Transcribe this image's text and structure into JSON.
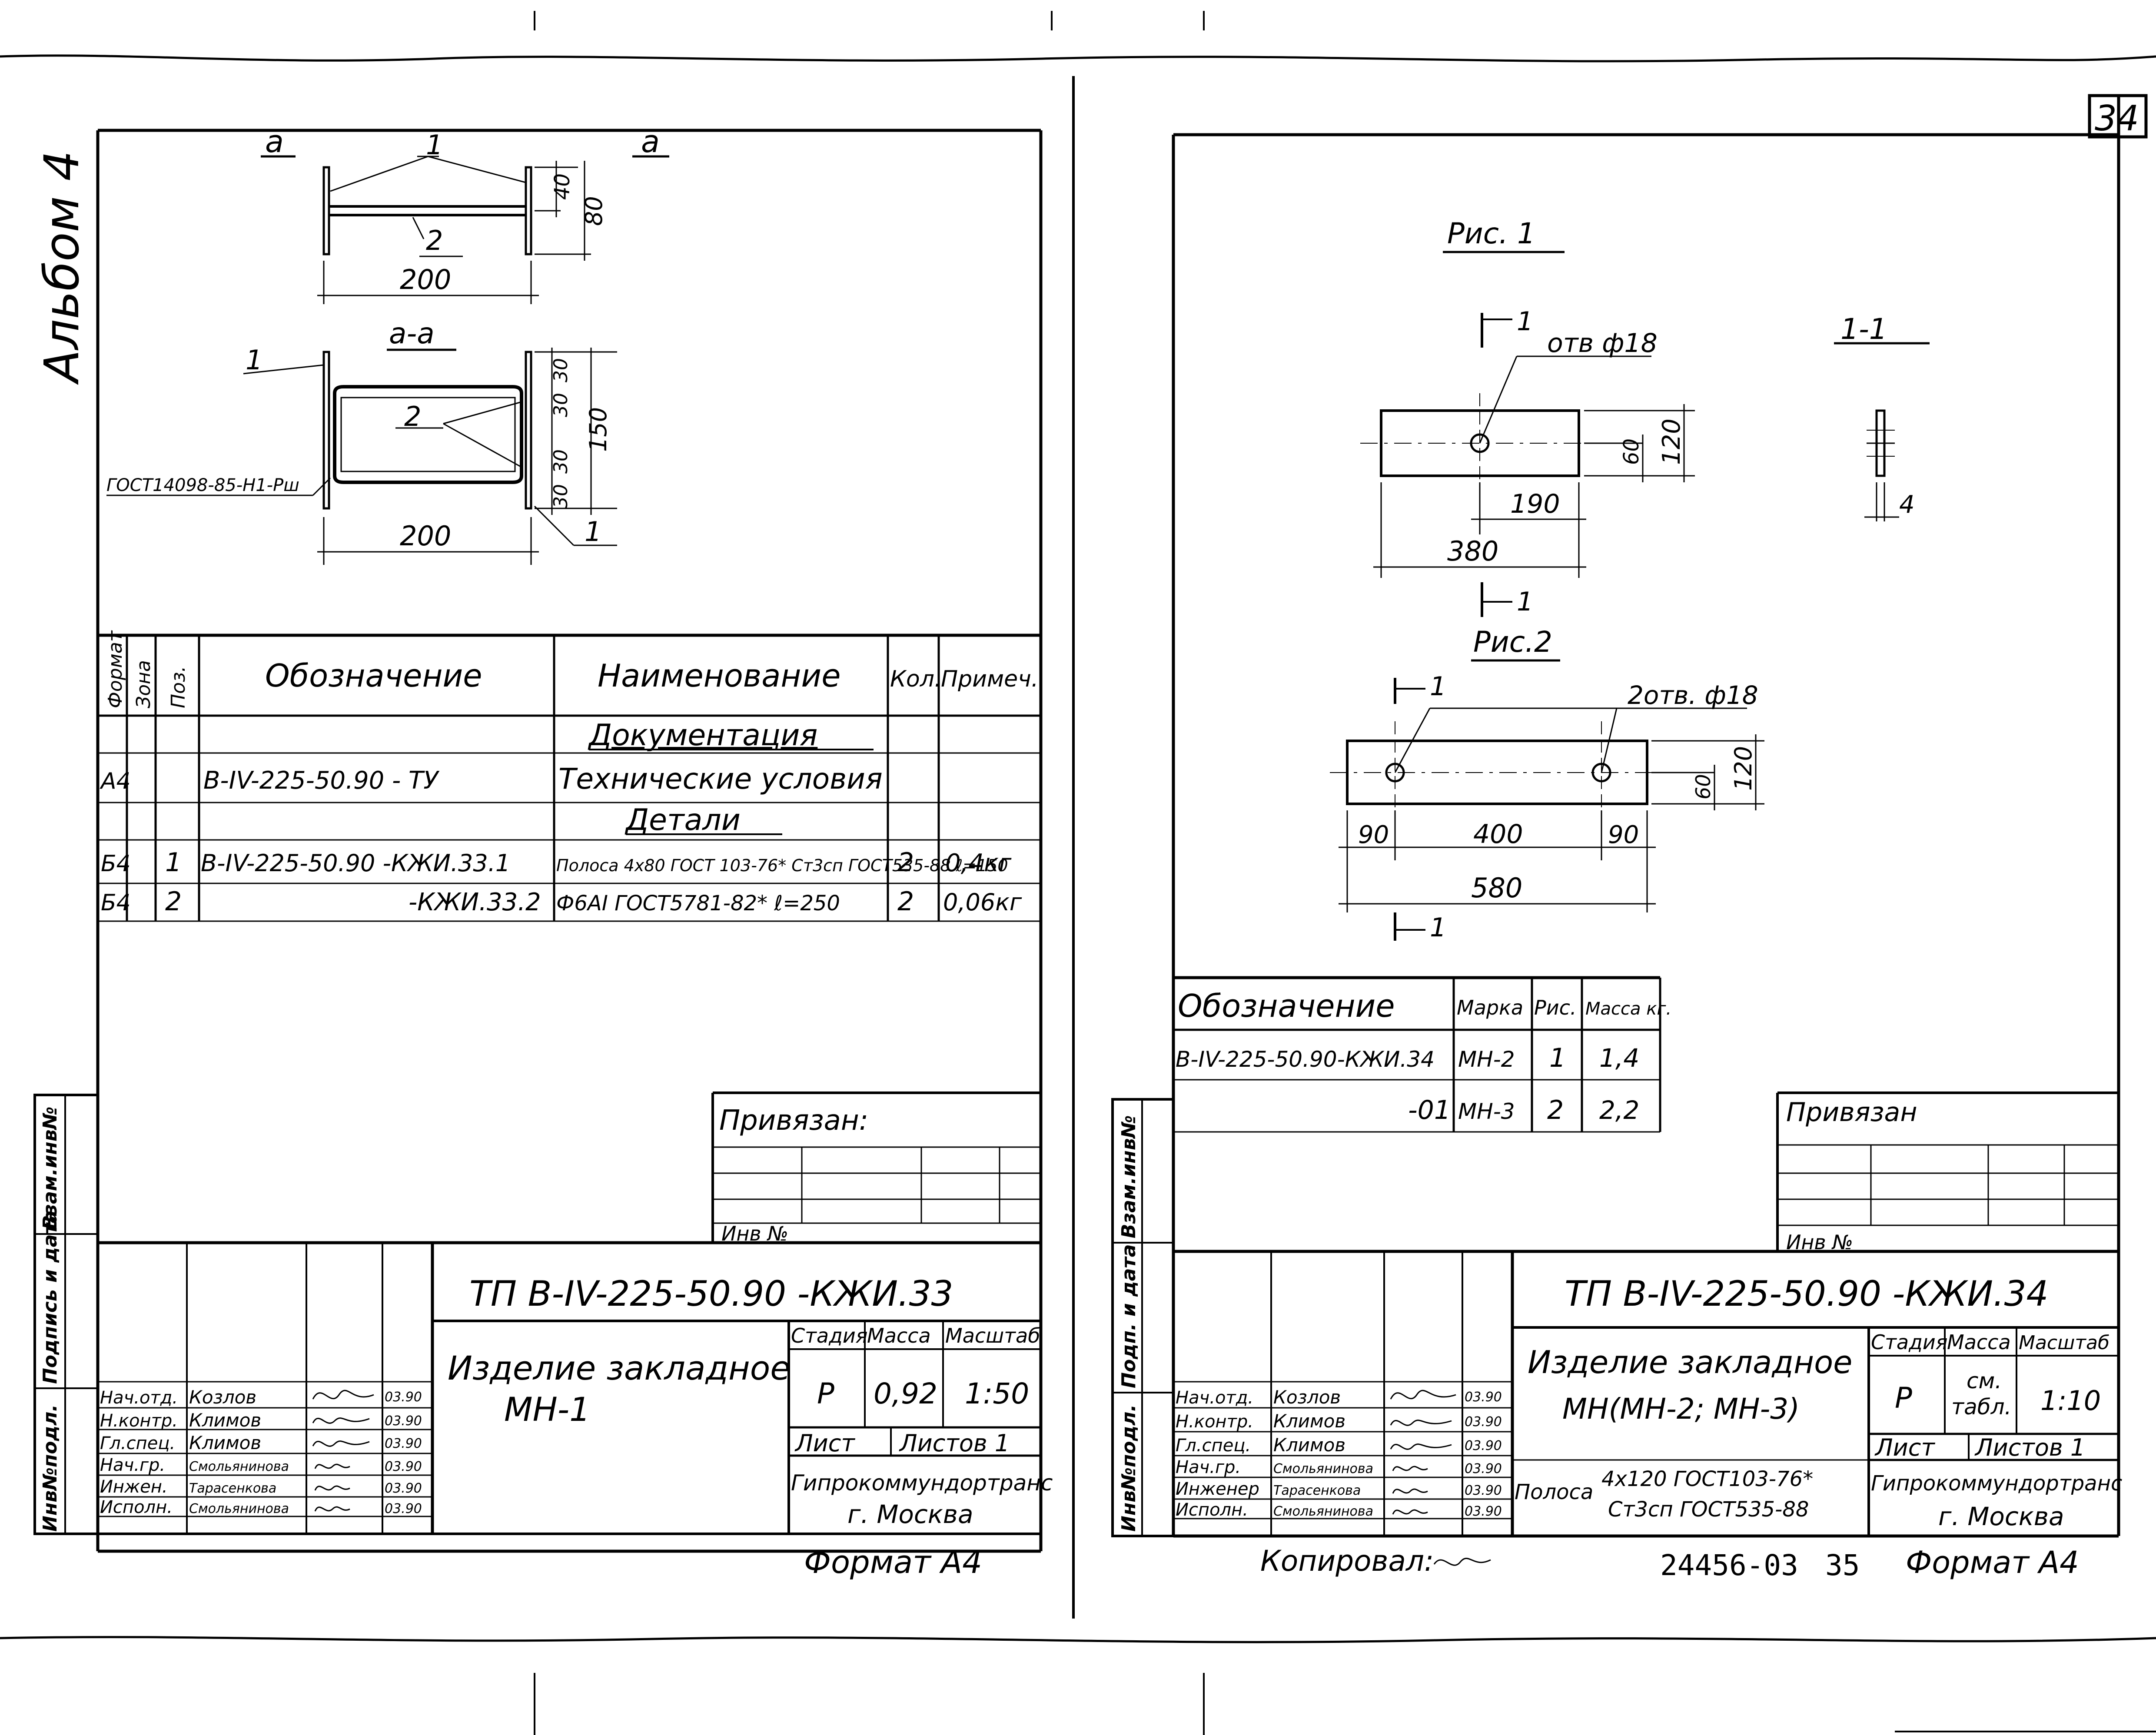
{
  "album_label": "Альбом 4",
  "page_number": "34",
  "left": {
    "drawing": {
      "section_mark_a": "a",
      "section_mark_a2": "a",
      "pos1": "1",
      "pos2": "2",
      "dim_40": "40",
      "dim_80": "80",
      "dim_200_top": "200",
      "section_title": "а-а",
      "pos1_b": "1",
      "pos2_b": "2",
      "dim_30_1": "30",
      "dim_30_2": "30",
      "dim_30_3": "30",
      "dim_30_4": "30",
      "dim_150": "150",
      "weld_note": "ГОСТ14098-85-Н1-Рш",
      "dim_200_bot": "200",
      "pos1_c": "1"
    },
    "spec": {
      "headers": [
        "Формат",
        "Зона",
        "Поз.",
        "Обозначение",
        "Наименование",
        "Кол.",
        "Примеч."
      ],
      "section_docs": "Документация",
      "section_parts": "Детали",
      "rows": [
        {
          "format": "А4",
          "zone": "",
          "pos": "",
          "designation": "В-IV-225-50.90 - ТУ",
          "name": "Технические условия",
          "qty": "",
          "note": ""
        },
        {
          "format": "Б4",
          "zone": "",
          "pos": "1",
          "designation": "В-IV-225-50.90 -КЖИ.33.1",
          "name": "Полоса 4х80 ГОСТ 103-76* Ст3сп ГОСТ535-88 ℓ=150",
          "qty": "2",
          "note": "0,4кг"
        },
        {
          "format": "Б4",
          "zone": "",
          "pos": "2",
          "designation": "-КЖИ.33.2",
          "name": "Ф6АI ГОСТ5781-82* ℓ=250",
          "qty": "2",
          "note": "0,06кг"
        }
      ]
    },
    "tied": "Привязан:",
    "inv_no": "Инв №",
    "side_stamp": [
      "Инв№подл.",
      "Подпись и дата",
      "Взам.инв№"
    ],
    "title_block": {
      "code": "ТП В-IV-225-50.90 -КЖИ.33",
      "title_line1": "Изделие закладное",
      "title_line2": "МН-1",
      "stage_label": "Стадия",
      "mass_label": "Масса",
      "scale_label": "Масштаб",
      "stage": "Р",
      "mass": "0,92",
      "scale": "1:50",
      "sheet_label": "Лист",
      "sheets_label": "Листов 1",
      "org": "Гипрокоммундортранс",
      "city": "г. Москва",
      "signers": [
        {
          "role": "Нач.отд.",
          "name": "Козлов",
          "date": "03.90"
        },
        {
          "role": "Н.контр.",
          "name": "Климов",
          "date": "03.90"
        },
        {
          "role": "Гл.спец.",
          "name": "Климов",
          "date": "03.90"
        },
        {
          "role": "Нач.гр.",
          "name": "Смольянинова",
          "date": "03.90"
        },
        {
          "role": "Инжен.",
          "name": "Тарасенкова",
          "date": "03.90"
        },
        {
          "role": "Исполн.",
          "name": "Смольянинова",
          "date": "03.90"
        }
      ]
    },
    "format": "Формат А4"
  },
  "right": {
    "fig1": {
      "title": "Рис. 1",
      "cut": "1",
      "hole": "отв ф18",
      "dim_120": "120",
      "dim_60": "60",
      "dim_190": "190",
      "dim_380": "380",
      "section": "1-1",
      "dim_4": "4"
    },
    "fig2": {
      "title": "Рис.2",
      "hole": "2отв. ф18",
      "dim_120": "120",
      "dim_60": "60",
      "dim_90a": "90",
      "dim_400": "400",
      "dim_90b": "90",
      "dim_580": "580",
      "cut": "1"
    },
    "table": {
      "headers": [
        "Обозначение",
        "Марка",
        "Рис.",
        "Масса кг."
      ],
      "rows": [
        {
          "designation": "В-IV-225-50.90-КЖИ.34",
          "mark": "МН-2",
          "fig": "1",
          "mass": "1,4"
        },
        {
          "designation": "-01",
          "mark": "МН-3",
          "fig": "2",
          "mass": "2,2"
        }
      ]
    },
    "tied": "Привязан",
    "inv_no": "Инв №",
    "side_stamp": [
      "Инв№подл.",
      "Подп. и дата",
      "Взам.инв№"
    ],
    "title_block": {
      "code": "ТП В-IV-225-50.90 -КЖИ.34",
      "title_line1": "Изделие закладное",
      "title_line2": "МН(МН-2; МН-3)",
      "material_prefix": "Полоса",
      "material_top": "4х120 ГОСТ103-76*",
      "material_bottom": "Ст3сп ГОСТ535-88",
      "stage_label": "Стадия",
      "mass_label": "Масса",
      "scale_label": "Масштаб",
      "stage": "Р",
      "mass_line1": "см.",
      "mass_line2": "табл.",
      "scale": "1:10",
      "sheet_label": "Лист",
      "sheets_label": "Листов 1",
      "org": "Гипрокоммундортранс",
      "city": "г. Москва",
      "signers": [
        {
          "role": "Нач.отд.",
          "name": "Козлов",
          "date": "03.90"
        },
        {
          "role": "Н.контр.",
          "name": "Климов",
          "date": "03.90"
        },
        {
          "role": "Гл.спец.",
          "name": "Климов",
          "date": "03.90"
        },
        {
          "role": "Нач.гр.",
          "name": "Смольянинова",
          "date": "03.90"
        },
        {
          "role": "Инженер",
          "name": "Тарасенкова",
          "date": "03.90"
        },
        {
          "role": "Исполн.",
          "name": "Смольянинова",
          "date": "03.90"
        }
      ]
    },
    "copied": "Копировал:",
    "doc_no": "24456-03",
    "doc_page": "35",
    "format": "Формат А4"
  }
}
